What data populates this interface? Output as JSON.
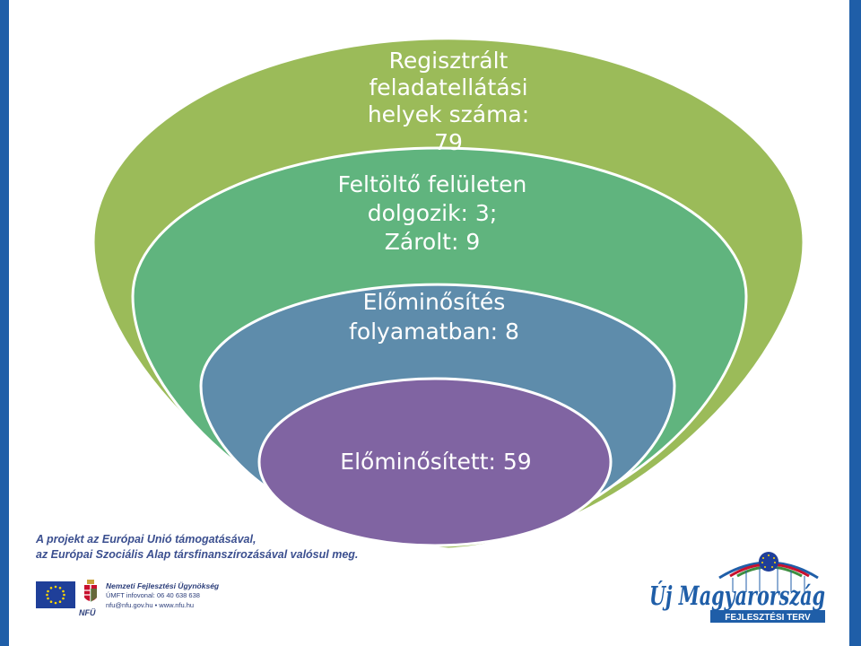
{
  "colors": {
    "frame": "#1f5ea8",
    "ring_outer": "#9bbb59",
    "ring_second": "#60b47e",
    "ring_third": "#5e8cab",
    "ring_inner": "#8064a2",
    "text": "#ffffff",
    "footer_text": "#3b4f8f"
  },
  "diagram": {
    "levels": [
      {
        "name": "registered",
        "lines": [
          "Regisztrált",
          "feladatellátási",
          "helyek száma:",
          "79"
        ],
        "value": 79
      },
      {
        "name": "uploading-locked",
        "lines": [
          "Feltöltő felületen",
          "dolgozik: 3;",
          "Zárolt: 9"
        ],
        "values": {
          "uploading": 3,
          "locked": 9
        }
      },
      {
        "name": "prequalification-in-progress",
        "lines": [
          "Előminősítés",
          "folyamatban: 8"
        ],
        "value": 8
      },
      {
        "name": "prequalified",
        "lines": [
          "Előminősített: 59"
        ],
        "value": 59
      }
    ]
  },
  "footer": {
    "line1": "A projekt az Európai Unió támogatásával,",
    "line2": "az Európai Szociális Alap társfinanszírozásával valósul meg.",
    "agency_name": "Nemzeti Fejlesztési Ügynökség",
    "agency_phone": "ÚMFT infovonal: 06 40 638 638",
    "agency_web": "nfu@nfu.gov.hu • www.nfu.hu",
    "agency_short": "NFÜ"
  },
  "logo": {
    "title": "Új Magyarország",
    "subtitle": "FEJLESZTÉSI TERV"
  }
}
